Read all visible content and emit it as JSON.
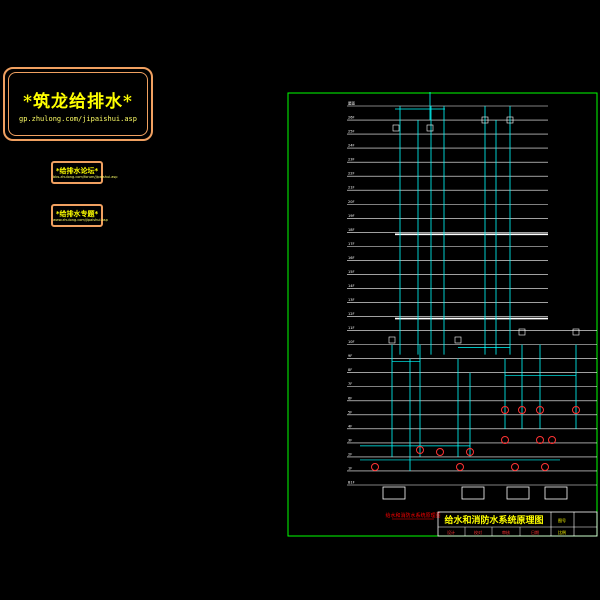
{
  "logo": {
    "title": "*筑龙给排水*",
    "url": "gp.zhulong.com/jipaishui.asp"
  },
  "buttons": [
    {
      "label": "*给排水论坛*",
      "sub": "bbs.zhulong.com/forum/jipaishui.asp"
    },
    {
      "label": "*给排水专题*",
      "sub": "www.zhulong.com/jipaishui.asp"
    }
  ],
  "drawing": {
    "title": "给水和消防水系统原理图",
    "title_block_cells": [
      "图号",
      "",
      "比例",
      "",
      "设计",
      "校对",
      "审核",
      "日期"
    ],
    "red_caption": "给水和消防水系统原理图",
    "floor_labels": [
      "屋面",
      "26F",
      "25F",
      "24F",
      "23F",
      "22F",
      "21F",
      "20F",
      "19F",
      "18F",
      "17F",
      "16F",
      "15F",
      "14F",
      "13F",
      "12F",
      "11F",
      "10F",
      "9F",
      "8F",
      "7F",
      "6F",
      "5F",
      "4F",
      "3F",
      "2F",
      "1F",
      "B1F"
    ],
    "colors": {
      "frame": "#00ff00",
      "floor_line": "#ffffff",
      "pipe": "#00ffff",
      "equipment": "#ff3333",
      "caption": "#ff0000"
    }
  }
}
